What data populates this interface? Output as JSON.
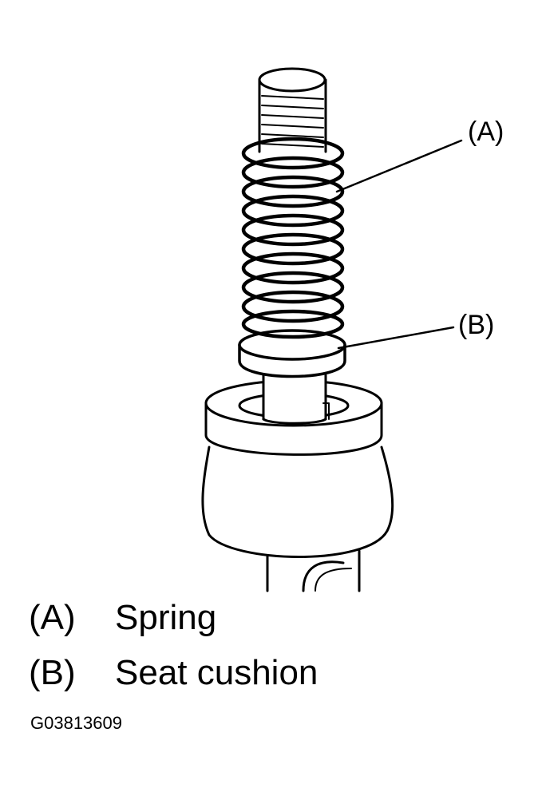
{
  "callouts": {
    "a": "(A)",
    "b": "(B)"
  },
  "legend": [
    {
      "key": "(A)",
      "label": "Spring"
    },
    {
      "key": "(B)",
      "label": "Seat cushion"
    }
  ],
  "figure_id": "G03813609",
  "colors": {
    "ink": "#000000",
    "paper": "#ffffff"
  }
}
